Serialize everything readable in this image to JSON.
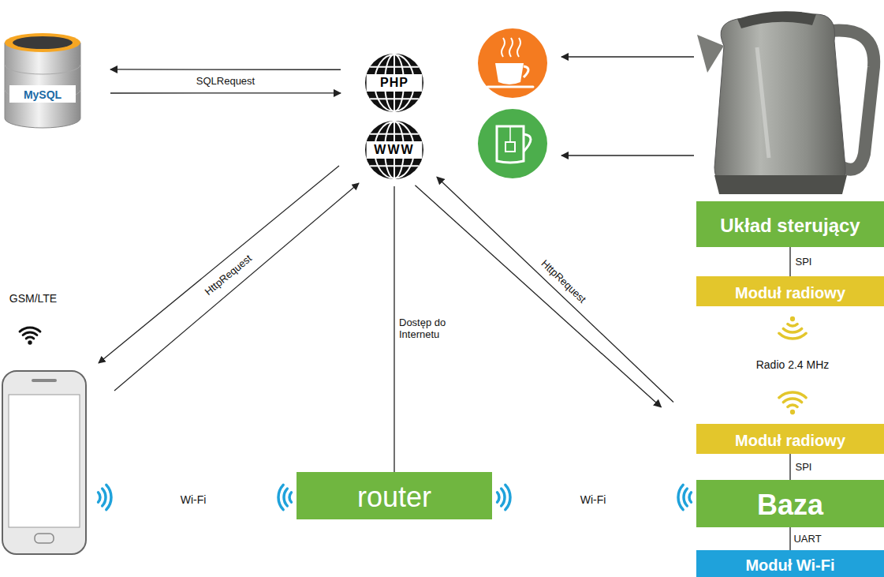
{
  "diagram": {
    "nodes": [
      {
        "text": [
          "MySQL"
        ]
      },
      {
        "text": [
          "PHP"
        ]
      },
      {
        "text": [
          "WWW"
        ]
      },
      {
        "text": [
          "Układ sterujący"
        ]
      },
      {
        "text": [
          "Moduł radiowy"
        ]
      },
      {
        "text": [
          "Moduł radiowy"
        ]
      },
      {
        "text": [
          "router"
        ]
      },
      {
        "text": [
          "Baza"
        ]
      },
      {
        "text": [
          "Moduł Wi-Fi"
        ]
      }
    ],
    "edges": [
      {
        "from": 1,
        "to": 0,
        "arrow": "to",
        "label": "SQLRequest"
      },
      {
        "from": 0,
        "to": 1,
        "arrow": "to"
      },
      {
        "from": 6,
        "to": 2,
        "arrow": "none",
        "label": "Dostęp do Internetu"
      },
      {
        "from": 5,
        "to": 2,
        "arrow": "to",
        "label": "HttpRequest"
      },
      {
        "from": 2,
        "to": 5,
        "arrow": "to"
      },
      {
        "from": 3,
        "to": 4,
        "arrow": "none",
        "label": "SPI"
      },
      {
        "from": 5,
        "to": 7,
        "arrow": "none",
        "label": "SPI"
      },
      {
        "from": 7,
        "to": 8,
        "arrow": "none",
        "label": "UART"
      }
    ],
    "labels": [
      "HttpRequest",
      "GSM/LTE",
      "Wi-Fi",
      "Wi-Fi",
      "Radio 2.4 MHz"
    ]
  }
}
